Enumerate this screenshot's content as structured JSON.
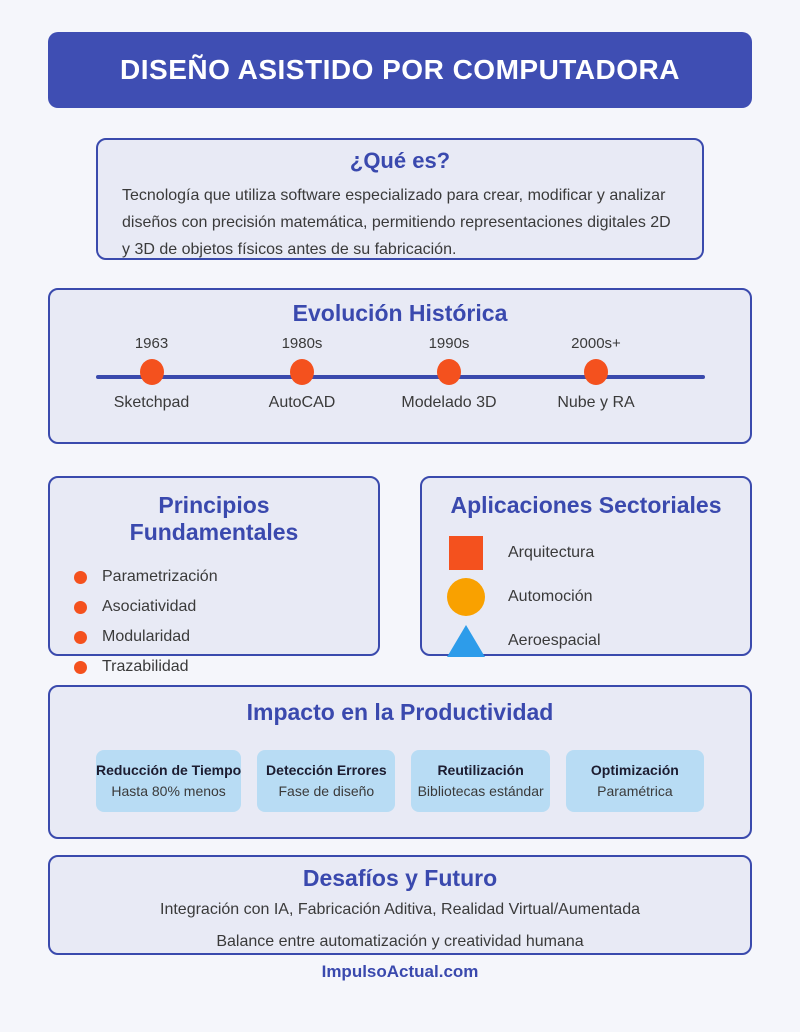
{
  "page": {
    "title": "DISEÑO ASISTIDO POR COMPUTADORA",
    "footer": "ImpulsoActual.com"
  },
  "what_is": {
    "title": "¿Qué es?",
    "body": "Tecnología que utiliza software especializado para crear, modificar y analizar diseños con precisión matemática, permitiendo representaciones digitales 2D y 3D de objetos físicos antes de su fabricación."
  },
  "evolution": {
    "title": "Evolución Histórica",
    "milestones": [
      {
        "year": "1963",
        "label": "Sketchpad"
      },
      {
        "year": "1980s",
        "label": "AutoCAD"
      },
      {
        "year": "1990s",
        "label": "Modelado 3D"
      },
      {
        "year": "2000s+",
        "label": "Nube y RA"
      }
    ]
  },
  "principles": {
    "title": "Principios Fundamentales",
    "items": [
      "Parametrización",
      "Asociatividad",
      "Modularidad",
      "Trazabilidad"
    ]
  },
  "applications": {
    "title": "Aplicaciones Sectoriales",
    "items": [
      {
        "icon": "square-icon",
        "label": "Arquitectura",
        "color": "#F4511E"
      },
      {
        "icon": "circle-icon",
        "label": "Automoción",
        "color": "#F9A100"
      },
      {
        "icon": "triangle-icon",
        "label": "Aeroespacial",
        "color": "#2D9CEA"
      }
    ]
  },
  "impact": {
    "title": "Impacto en la Productividad",
    "cards": [
      {
        "title": "Reducción de Tiempo",
        "subtitle": "Hasta 80% menos"
      },
      {
        "title": "Detección Errores",
        "subtitle": "Fase de diseño"
      },
      {
        "title": "Reutilización",
        "subtitle": "Bibliotecas estándar"
      },
      {
        "title": "Optimización",
        "subtitle": "Paramétrica"
      }
    ]
  },
  "future": {
    "title": "Desafíos y Futuro",
    "lines": [
      "Integración con IA, Fabricación Aditiva, Realidad Virtual/Aumentada",
      "Balance entre automatización y creatividad humana"
    ]
  },
  "colors": {
    "banner": "#3F4EB3",
    "panel_border": "#3A4AAD",
    "panel_bg": "#E8EAF5",
    "heading": "#3A49AE",
    "accent_orange": "#F4511E",
    "accent_amber": "#F9A100",
    "accent_blue": "#2D9CEA",
    "card_bg": "#B8DCF4"
  }
}
